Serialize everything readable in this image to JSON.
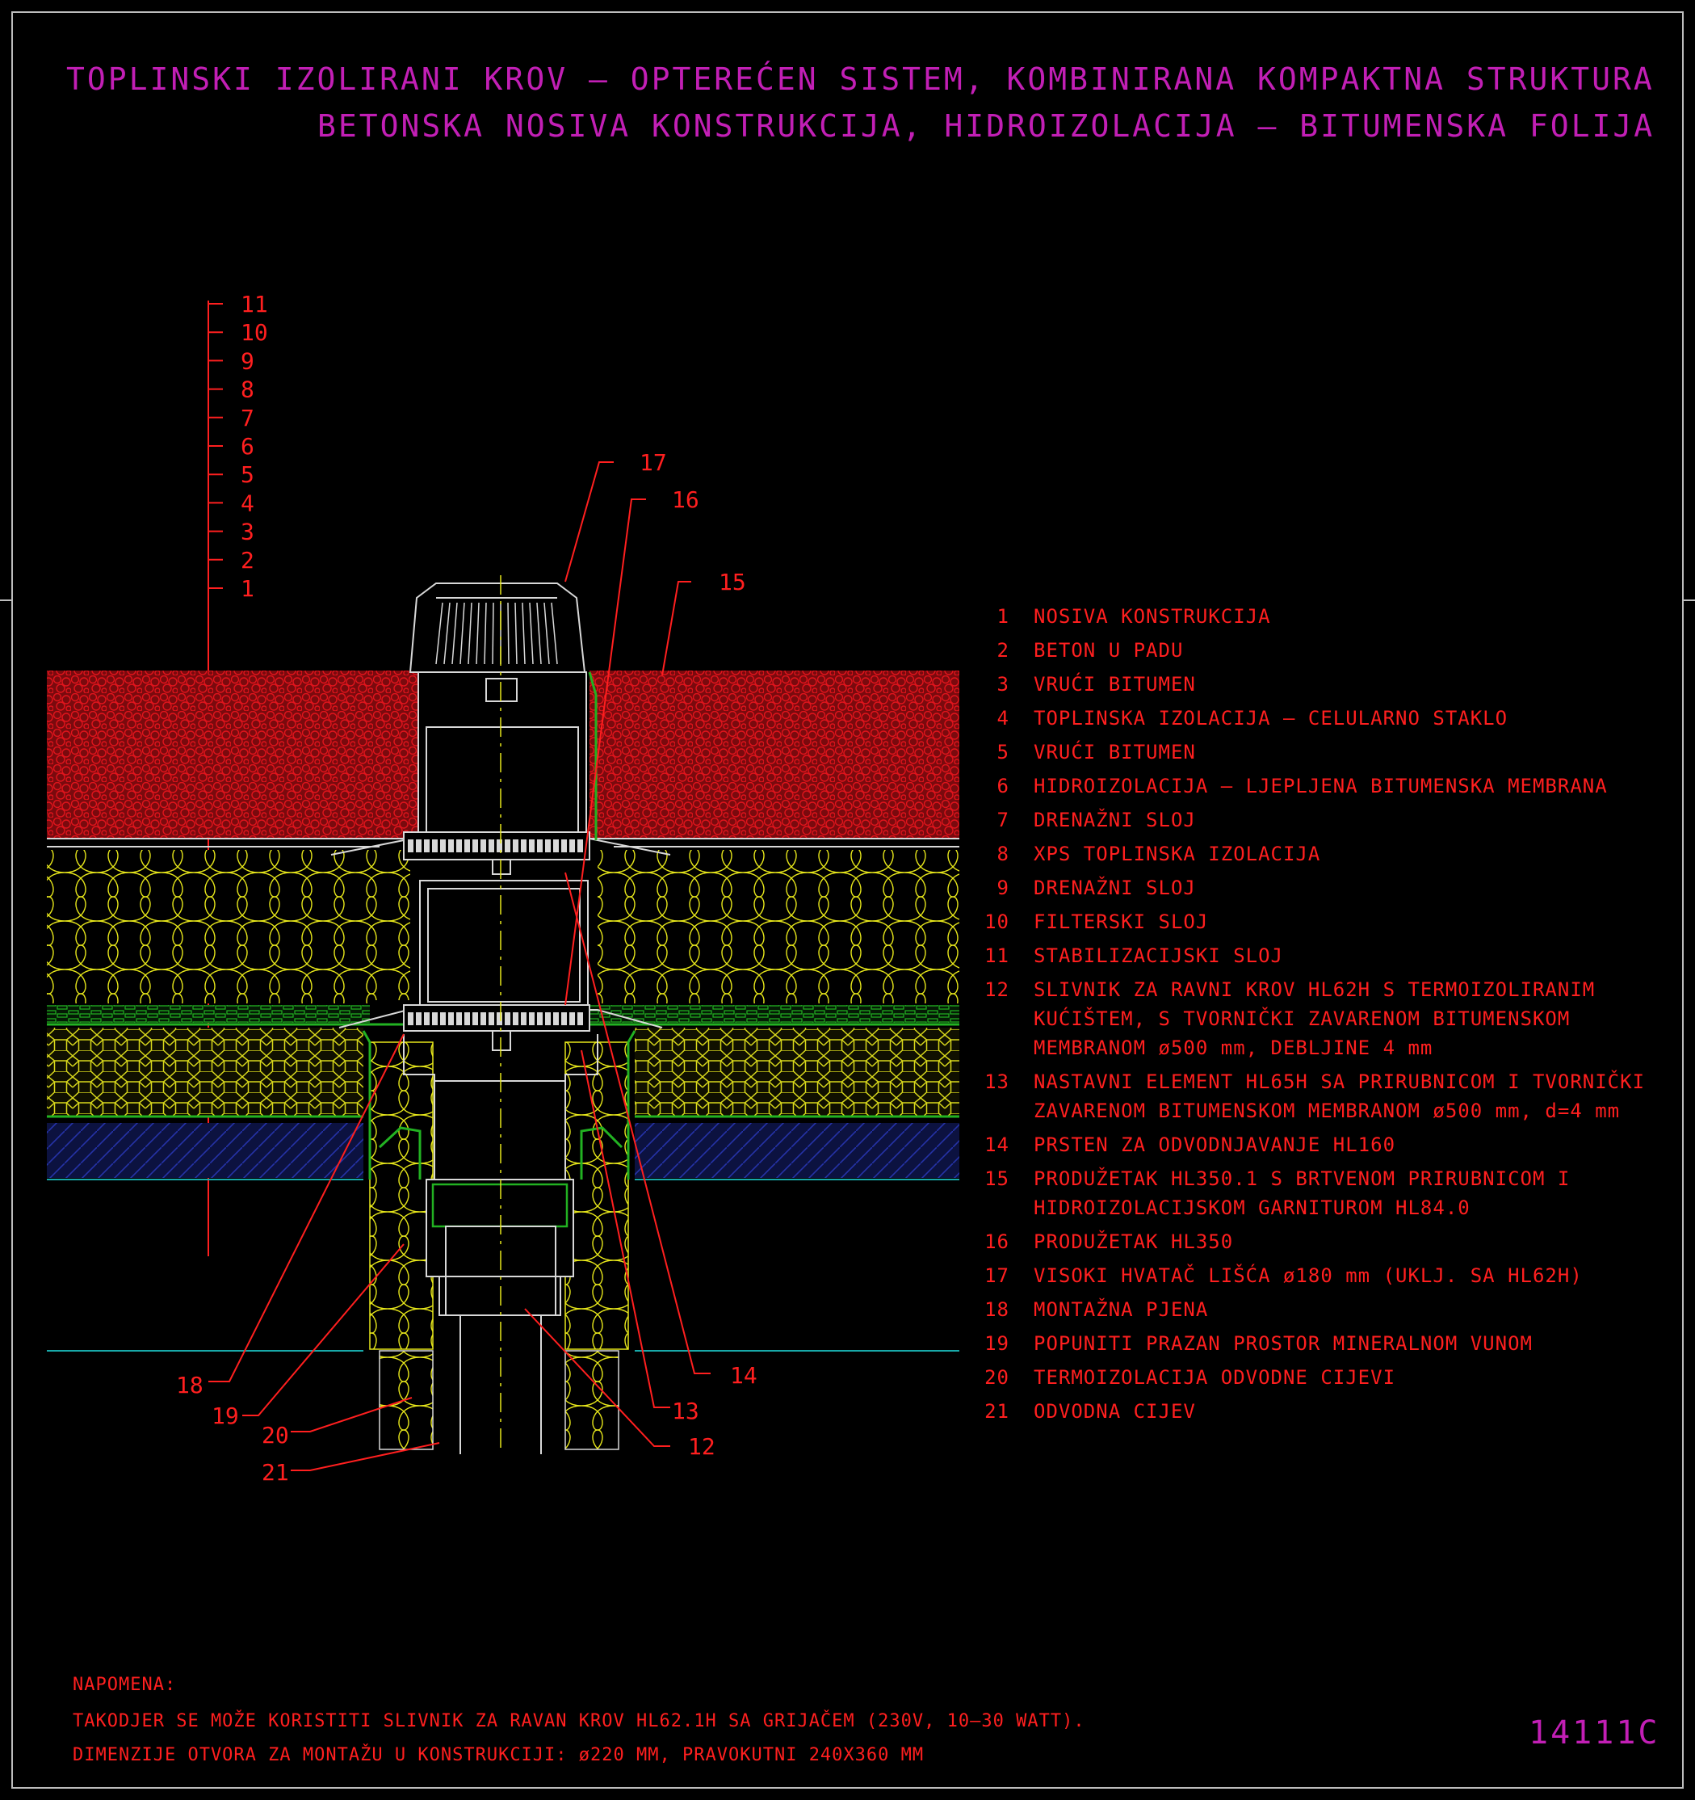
{
  "title": {
    "line1": "TOPLINSKI IZOLIRANI KROV – OPTEREĆEN SISTEM, KOMBINIRANA KOMPAKTNA STRUKTURA",
    "line2": "BETONSKA NOSIVA KONSTRUKCIJA, HIDROIZOLACIJA – BITUMENSKA FOLIJA"
  },
  "layer_scale": [
    "11",
    "10",
    "9",
    "8",
    "7",
    "6",
    "5",
    "4",
    "3",
    "2",
    "1"
  ],
  "callouts": {
    "c17": "17",
    "c16": "16",
    "c15": "15",
    "c14": "14",
    "c13": "13",
    "c12": "12",
    "c18": "18",
    "c19": "19",
    "c20": "20",
    "c21": "21"
  },
  "legend": [
    {
      "num": "1",
      "text": "NOSIVA KONSTRUKCIJA"
    },
    {
      "num": "2",
      "text": "BETON U PADU"
    },
    {
      "num": "3",
      "text": "VRUĆI BITUMEN"
    },
    {
      "num": "4",
      "text": "TOPLINSKA IZOLACIJA – CELULARNO STAKLO"
    },
    {
      "num": "5",
      "text": "VRUĆI BITUMEN"
    },
    {
      "num": "6",
      "text": "HIDROIZOLACIJA – LJEPLJENA BITUMENSKA MEMBRANA"
    },
    {
      "num": "7",
      "text": "DRENAŽNI SLOJ"
    },
    {
      "num": "8",
      "text": "XPS TOPLINSKA IZOLACIJA"
    },
    {
      "num": "9",
      "text": "DRENAŽNI SLOJ"
    },
    {
      "num": "10",
      "text": "FILTERSKI SLOJ"
    },
    {
      "num": "11",
      "text": "STABILIZACIJSKI SLOJ"
    },
    {
      "num": "12",
      "text": "SLIVNIK ZA RAVNI KROV HL62H S TERMOIZOLIRANIM KUĆIŠTEM, S TVORNIČKI ZAVARENOM BITUMENSKOM MEMBRANOM ø500 mm, DEBLJINE 4 mm"
    },
    {
      "num": "13",
      "text": "NASTAVNI ELEMENT HL65H SA PRIRUBNICOM I TVORNIČKI ZAVARENOM BITUMENSKOM MEMBRANOM ø500 mm, d=4 mm"
    },
    {
      "num": "14",
      "text": "PRSTEN ZA ODVODNJAVANJE HL160"
    },
    {
      "num": "15",
      "text": "PRODUŽETAK HL350.1 S BRTVENOM PRIRUBNICOM I HIDROIZOLACIJSKOM GARNITUROM HL84.0"
    },
    {
      "num": "16",
      "text": "PRODUŽETAK HL350"
    },
    {
      "num": "17",
      "text": "VISOKI HVATAČ LIŠĆA ø180 mm (UKLJ. SA HL62H)"
    },
    {
      "num": "18",
      "text": "MONTAŽNA PJENA"
    },
    {
      "num": "19",
      "text": "POPUNITI PRAZAN PROSTOR MINERALNOM VUNOM"
    },
    {
      "num": "20",
      "text": "TERMOIZOLACIJA ODVODNE CIJEVI"
    },
    {
      "num": "21",
      "text": "ODVODNA CIJEV"
    }
  ],
  "notes": {
    "heading": "NAPOMENA:",
    "line1": "TAKODJER SE MOŽE KORISTITI SLIVNIK ZA RAVAN KROV HL62.1H SA GRIJAČEM (230V, 10–30 WATT).",
    "line2": "DIMENZIJE OTVORA ZA MONTAŽU U KONSTRUKCIJI: ø220 MM, PRAVOKUTNI 240X360 MM"
  },
  "drawing_code": "14111C",
  "colors": {
    "background": "#000000",
    "title": "#c21fb5",
    "text": "#ff1f1f",
    "gravel": "#c8141a",
    "xps": "#e6e61a",
    "drain": "#22b222",
    "cellular_glass": "#d8d81c",
    "concrete_slope": "#2533a8",
    "slab_line": "#18a8a8",
    "outline": "#d8d8d8"
  }
}
